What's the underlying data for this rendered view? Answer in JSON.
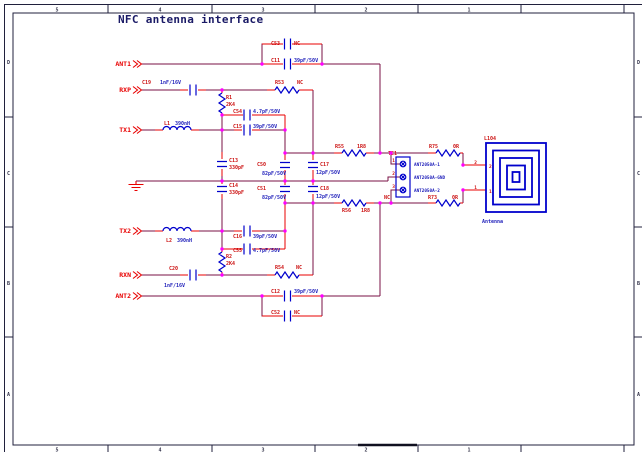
{
  "title": "NFC antenna interface",
  "frame": {
    "cols": [
      "5",
      "4",
      "3",
      "2",
      "1"
    ],
    "rows": [
      "D",
      "C",
      "B",
      "A"
    ]
  },
  "ports": {
    "ant1": "ANT1",
    "rxp": "RXP",
    "tx1": "TX1",
    "tx2": "TX2",
    "rxn": "RXN",
    "ant2": "ANT2"
  },
  "parts": {
    "c53": {
      "ref": "C53",
      "val": "NC"
    },
    "c11": {
      "ref": "C11",
      "val": "39pF/50V"
    },
    "r53": {
      "ref": "R53",
      "val": "NC"
    },
    "c19": {
      "ref": "C19",
      "val": "1nF/16V"
    },
    "r1": {
      "ref": "R1",
      "val": "2K4"
    },
    "c54": {
      "ref": "C54",
      "val": "4.7pF/50V"
    },
    "c15": {
      "ref": "C15",
      "val": "39pF/50V"
    },
    "l1": {
      "ref": "L1",
      "val": "390nH"
    },
    "c13": {
      "ref": "C13",
      "val": "330pF"
    },
    "c14": {
      "ref": "C14",
      "val": "330pF"
    },
    "c50": {
      "ref": "C50",
      "val": "82pF/50V"
    },
    "c51": {
      "ref": "C51",
      "val": "82pF/50V"
    },
    "c17": {
      "ref": "C17",
      "val": "12pF/50V"
    },
    "c18": {
      "ref": "C18",
      "val": "12pF/50V"
    },
    "r55": {
      "ref": "R55",
      "val": "1R8"
    },
    "r56": {
      "ref": "R56",
      "val": "1R8"
    },
    "r75": {
      "ref": "R75",
      "val": "0R"
    },
    "r73": {
      "ref": "R73",
      "val": "0R"
    },
    "c16": {
      "ref": "C16",
      "val": "39pF/50V"
    },
    "c55": {
      "ref": "C55",
      "val": "4.7pF/50V"
    },
    "r2": {
      "ref": "R2",
      "val": "2K4"
    },
    "c20": {
      "ref": "C20",
      "val": "1nF/16V"
    },
    "r54": {
      "ref": "R54",
      "val": "NC"
    },
    "c12": {
      "ref": "C12",
      "val": "39pF/50V"
    },
    "c52": {
      "ref": "C52",
      "val": "NC"
    },
    "l2": {
      "ref": "L2",
      "val": "390nH"
    }
  },
  "connector": {
    "ref": "TE1",
    "pins": [
      "1",
      "2",
      "3"
    ],
    "nets": [
      "ANT2050A-1",
      "ANT2050A-GND",
      "ANT2050A-2"
    ],
    "nc": "NC"
  },
  "antenna": {
    "ref": "L104",
    "name": "Antenna",
    "pin_top": "2",
    "pin_bottom": "1"
  },
  "colors": {
    "wire": "#7a1045",
    "lead": "#e80000",
    "symbol": "#0000cc",
    "junction": "#ff00ff",
    "ref_text": "#cc1111",
    "value_text": "#2222bb",
    "port_text": "#e80000",
    "title_text": "#1a1a66",
    "frame": "#20203c"
  }
}
